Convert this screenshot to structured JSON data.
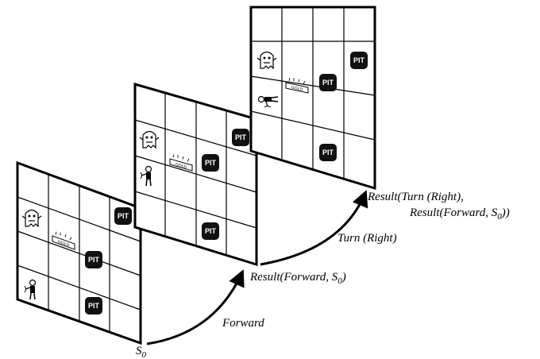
{
  "diagram": {
    "labels": {
      "s0_main": "S",
      "s0_sub": "0",
      "forward": "Forward",
      "turn_right": "Turn (Right)",
      "result1_main": "Result(Forward, S",
      "result1_sub": "0",
      "result1_close": ")",
      "result2_line1": "Result(Turn (Right),",
      "result2_line2_main": "Result(Forward, S",
      "result2_line2_sub": "0",
      "result2_line2_close": "))"
    },
    "pit_text": "PIT",
    "gold_text": "GOLD",
    "icons": [
      "wumpus-icon",
      "gold-icon",
      "agent-icon",
      "pit-icon",
      "arrow-icon"
    ],
    "colors": {
      "line": "#000000",
      "pit": "#111111",
      "background": "#ffffff"
    }
  }
}
